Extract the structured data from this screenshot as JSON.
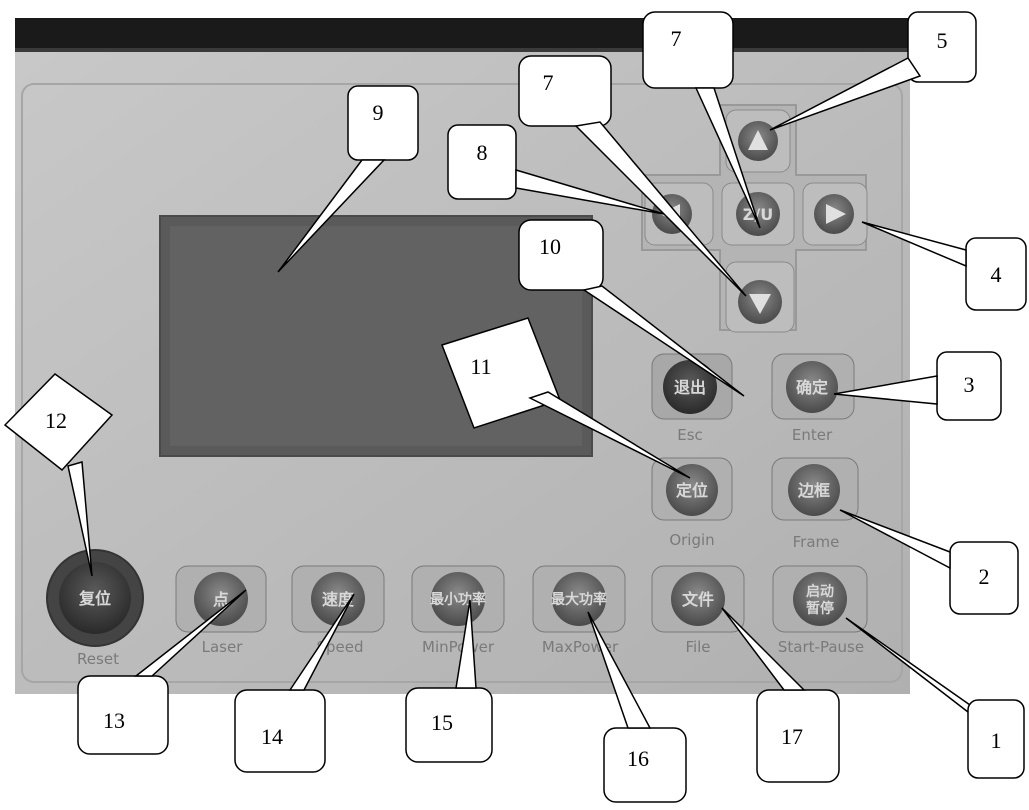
{
  "buttons": {
    "reset": {
      "cn": "复位",
      "label": "Reset"
    },
    "laser": {
      "cn": "点",
      "label": "Laser"
    },
    "speed": {
      "cn": "速度",
      "label": "Speed"
    },
    "minpower": {
      "cn": "最小功率",
      "label": "MinPower"
    },
    "maxpower": {
      "cn": "最大功率",
      "label": "MaxPower"
    },
    "file": {
      "cn": "文件",
      "label": "File"
    },
    "startpause": {
      "cn1": "启动",
      "cn2": "暂停",
      "label": "Start-Pause"
    },
    "esc": {
      "cn": "退出",
      "label": "Esc"
    },
    "enter": {
      "cn": "确定",
      "label": "Enter"
    },
    "origin": {
      "cn": "定位",
      "label": "Origin"
    },
    "frame": {
      "cn": "边框",
      "label": "Frame"
    },
    "zu": {
      "label": "Z/U"
    }
  },
  "callouts": {
    "c1": "1",
    "c2": "2",
    "c3": "3",
    "c4": "4",
    "c5": "5",
    "c7a": "7",
    "c7b": "7",
    "c8": "8",
    "c9": "9",
    "c10": "10",
    "c11": "11",
    "c12": "12",
    "c13": "13",
    "c14": "14",
    "c15": "15",
    "c16": "16",
    "c17": "17"
  }
}
